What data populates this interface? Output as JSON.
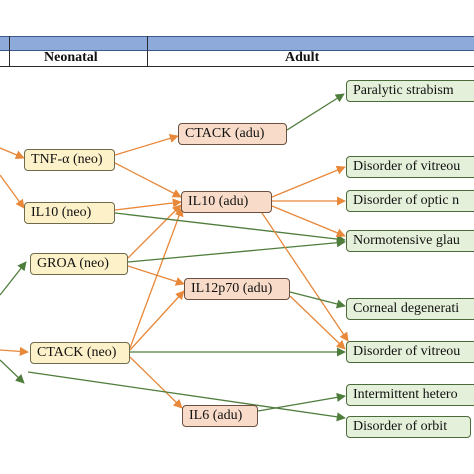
{
  "header": {
    "neonatal_label": "Neonatal",
    "adult_label": "Adult"
  },
  "neonatal_nodes": {
    "tnf": "TNF-α (neo)",
    "il10": "IL10 (neo)",
    "groa": "GROA (neo)",
    "ctack": "CTACK (neo)"
  },
  "adult_nodes": {
    "ctack": "CTACK (adu)",
    "il10": "IL10 (adu)",
    "il12p70": "IL12p70 (adu)",
    "il6": "IL6 (adu)"
  },
  "disease_nodes": {
    "paralytic": "Paralytic strabism",
    "vitreous1": "Disorder of vitreou",
    "optic": "Disorder of optic n",
    "normotensive": "Normotensive glau",
    "corneal": "Corneal degenerati",
    "vitreous2": "Disorder of vitreou",
    "intermittent": "Intermittent hetero",
    "orbit": "Disorder of orbit"
  },
  "colors": {
    "orange_arrow": "#e8883a",
    "green_arrow": "#4f7d3c",
    "header_bar": "#8eaadb"
  }
}
